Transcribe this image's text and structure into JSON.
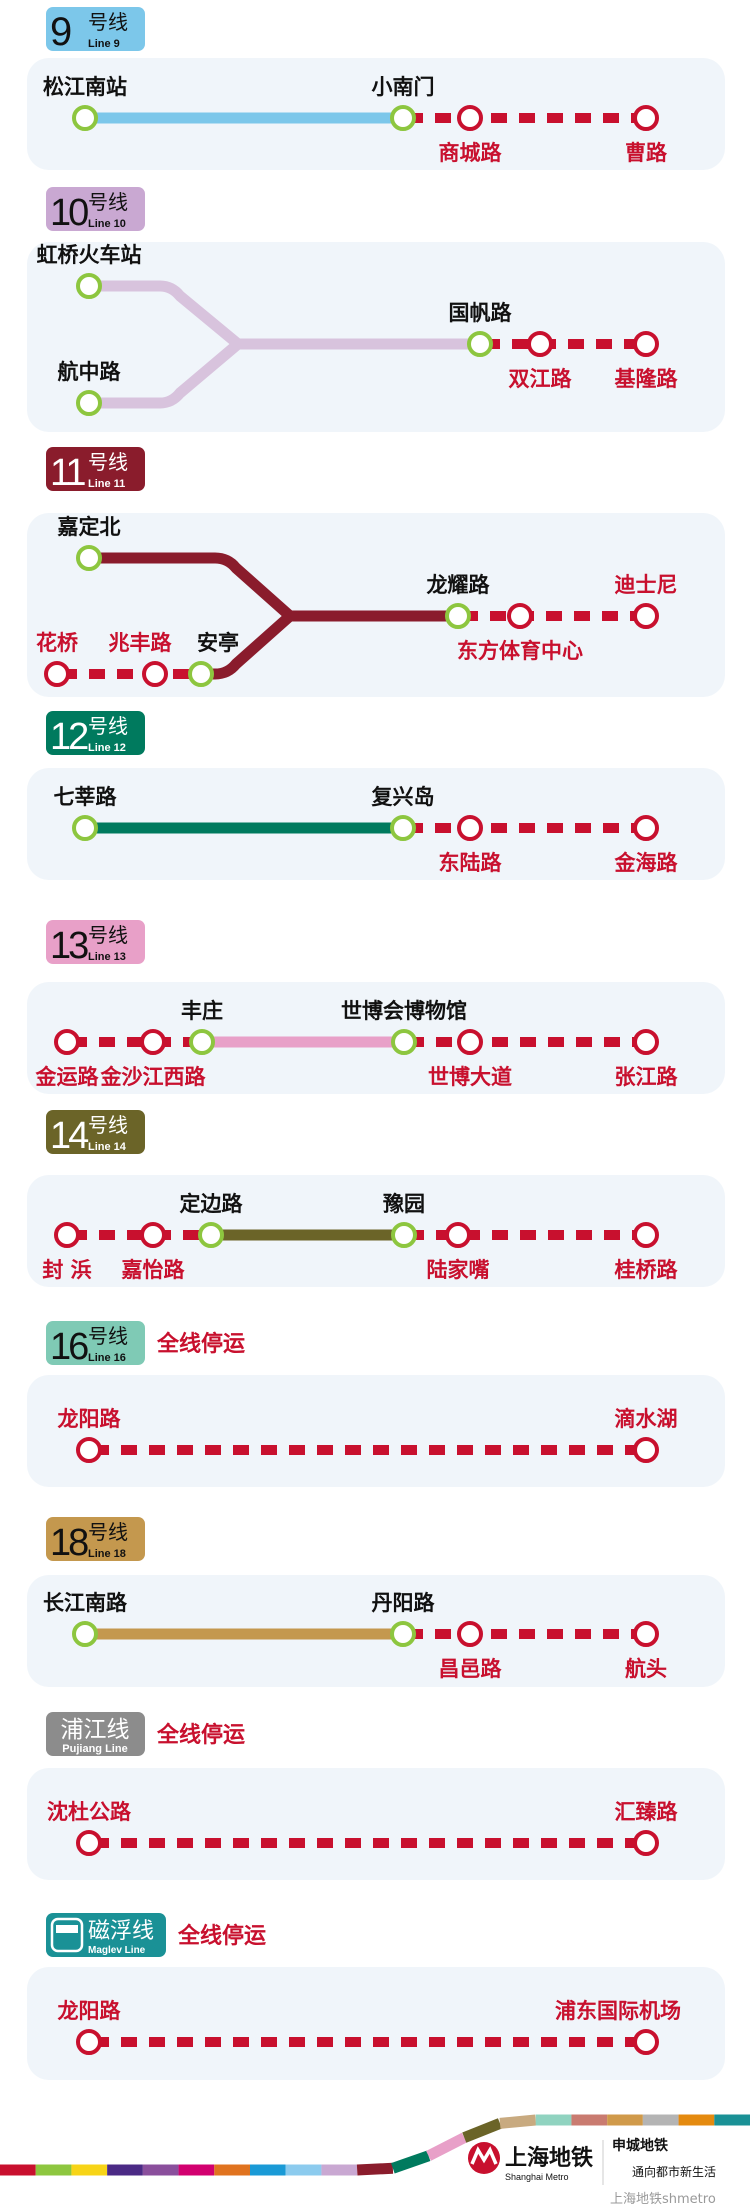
{
  "colors": {
    "closed": "#c8102e",
    "open_ring": "#8dc63f",
    "panel": "#f0f5fa",
    "open_text": "#111111"
  },
  "lines": [
    {
      "id": "9",
      "number": "9",
      "suffix": "号线",
      "en": "Line 9",
      "color": "#7cc7ea",
      "badge_color": "#7cc7ea",
      "badge_text": "#111111",
      "status": "",
      "stations": [
        {
          "name": "松江南站",
          "open": true
        },
        {
          "name": "小南门",
          "open": true
        },
        {
          "name": "商城路",
          "open": false
        },
        {
          "name": "曹路",
          "open": false
        }
      ]
    },
    {
      "id": "10",
      "number": "10",
      "suffix": "号线",
      "en": "Line 10",
      "color": "#d8c3dd",
      "badge_color": "#c9a8d2",
      "badge_text": "#111111",
      "status": "",
      "stations": [
        {
          "name": "虹桥火车站",
          "open": true
        },
        {
          "name": "航中路",
          "open": true
        },
        {
          "name": "国帆路",
          "open": true
        },
        {
          "name": "双江路",
          "open": false
        },
        {
          "name": "基隆路",
          "open": false
        }
      ]
    },
    {
      "id": "11",
      "number": "11",
      "suffix": "号线",
      "en": "Line 11",
      "color": "#8a1c2c",
      "badge_color": "#8a1c2c",
      "badge_text": "#ffffff",
      "status": "",
      "stations": [
        {
          "name": "嘉定北",
          "open": true
        },
        {
          "name": "龙耀路",
          "open": true
        },
        {
          "name": "东方体育中心",
          "open": false
        },
        {
          "name": "迪士尼",
          "open": false
        },
        {
          "name": "花桥",
          "open": false
        },
        {
          "name": "兆丰路",
          "open": false
        },
        {
          "name": "安亭",
          "open": true
        }
      ]
    },
    {
      "id": "12",
      "number": "12",
      "suffix": "号线",
      "en": "Line 12",
      "color": "#007a5e",
      "badge_color": "#007a5e",
      "badge_text": "#ffffff",
      "status": "",
      "stations": [
        {
          "name": "七莘路",
          "open": true
        },
        {
          "name": "复兴岛",
          "open": true
        },
        {
          "name": "东陆路",
          "open": false
        },
        {
          "name": "金海路",
          "open": false
        }
      ]
    },
    {
      "id": "13",
      "number": "13",
      "suffix": "号线",
      "en": "Line 13",
      "color": "#e8a0c8",
      "badge_color": "#e8a0c8",
      "badge_text": "#111111",
      "status": "",
      "stations": [
        {
          "name": "金运路",
          "open": false
        },
        {
          "name": "金沙江西路",
          "open": false
        },
        {
          "name": "丰庄",
          "open": true
        },
        {
          "name": "世博会博物馆",
          "open": true
        },
        {
          "name": "世博大道",
          "open": false
        },
        {
          "name": "张江路",
          "open": false
        }
      ]
    },
    {
      "id": "14",
      "number": "14",
      "suffix": "号线",
      "en": "Line 14",
      "color": "#6b6428",
      "badge_color": "#6b6428",
      "badge_text": "#ffffff",
      "status": "",
      "stations": [
        {
          "name": "封 浜",
          "open": false
        },
        {
          "name": "嘉怡路",
          "open": false
        },
        {
          "name": "定边路",
          "open": true
        },
        {
          "name": "豫园",
          "open": true
        },
        {
          "name": "陆家嘴",
          "open": false
        },
        {
          "name": "桂桥路",
          "open": false
        }
      ]
    },
    {
      "id": "16",
      "number": "16",
      "suffix": "号线",
      "en": "Line 16",
      "color": "#7fcab5",
      "badge_color": "#7fcab5",
      "badge_text": "#111111",
      "status": "全线停运",
      "stations": [
        {
          "name": "龙阳路",
          "open": false
        },
        {
          "name": "滴水湖",
          "open": false
        }
      ]
    },
    {
      "id": "18",
      "number": "18",
      "suffix": "号线",
      "en": "Line 18",
      "color": "#c4984e",
      "badge_color": "#c4984e",
      "badge_text": "#111111",
      "status": "",
      "stations": [
        {
          "name": "长江南路",
          "open": true
        },
        {
          "name": "丹阳路",
          "open": true
        },
        {
          "name": "昌邑路",
          "open": false
        },
        {
          "name": "航头",
          "open": false
        }
      ]
    },
    {
      "id": "pujiang",
      "number": "",
      "suffix": "浦江线",
      "en": "Pujiang Line",
      "color": "#8c8c8c",
      "badge_color": "#8c8c8c",
      "badge_text": "#ffffff",
      "status": "全线停运",
      "stations": [
        {
          "name": "沈杜公路",
          "open": false
        },
        {
          "name": "汇臻路",
          "open": false
        }
      ]
    },
    {
      "id": "maglev",
      "number": "",
      "suffix": "磁浮线",
      "en": "Maglev Line",
      "color": "#1a9196",
      "badge_color": "#1a9196",
      "badge_text": "#ffffff",
      "status": "全线停运",
      "icon": "train-icon",
      "stations": [
        {
          "name": "龙阳路",
          "open": false
        },
        {
          "name": "浦东国际机场",
          "open": false
        }
      ]
    }
  ],
  "footer": {
    "logo_cn": "上海地铁",
    "logo_en": "Shanghai Metro",
    "slogan_1": "申城地铁",
    "slogan_2": "通向都市新生活",
    "watermark": "上海地铁shmetro",
    "stripe_colors": [
      "#c8102e",
      "#8dc63f",
      "#f7d417",
      "#4b2a85",
      "#8a4f9c",
      "#d2006f",
      "#e0731f",
      "#1a9ad6",
      "#8ccbee",
      "#c9a8d2",
      "#8a1c2c",
      "#007a5e",
      "#e8a0c8",
      "#6b6428",
      "#c8aa80",
      "#90d3c0",
      "#c97b70",
      "#d09a4a",
      "#b4b4b4",
      "#e48a10",
      "#1a9196"
    ]
  }
}
